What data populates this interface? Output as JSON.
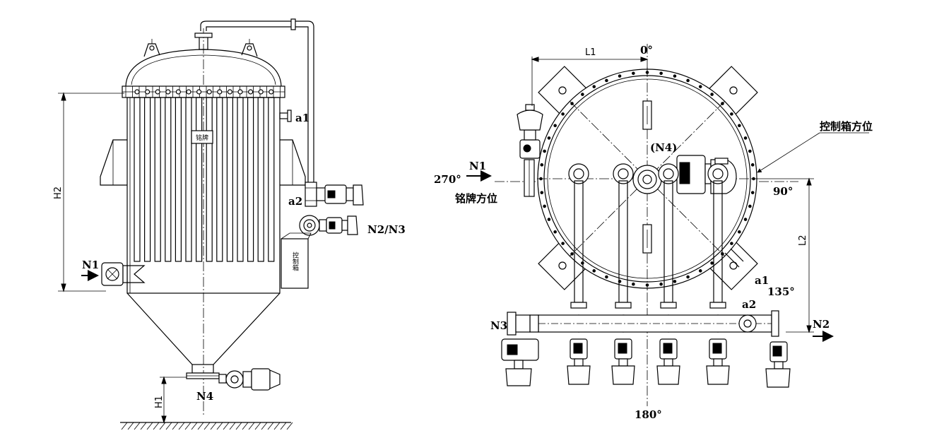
{
  "side_view": {
    "nozzles": {
      "a1": "a1",
      "a2": "a2",
      "n2n3": "N2/N3",
      "n1": "N1",
      "n4": "N4"
    },
    "dimensions": {
      "h2": "H2",
      "h1": "H1"
    },
    "nameplate": "铭牌",
    "control_box": "控制箱"
  },
  "top_view": {
    "dimension_l1": "L1",
    "dimension_l2": "L2",
    "angles": {
      "a0": "0°",
      "a90": "90°",
      "a180": "180°",
      "a270": "270°",
      "a135": "135°"
    },
    "nozzles": {
      "n1": "N1",
      "n2": "N2",
      "n3": "N3",
      "n4": "(N4)",
      "a1": "a1",
      "a2": "a2"
    },
    "nameplate_orientation": "铭牌方位",
    "control_box_orientation": "控制箱方位"
  }
}
